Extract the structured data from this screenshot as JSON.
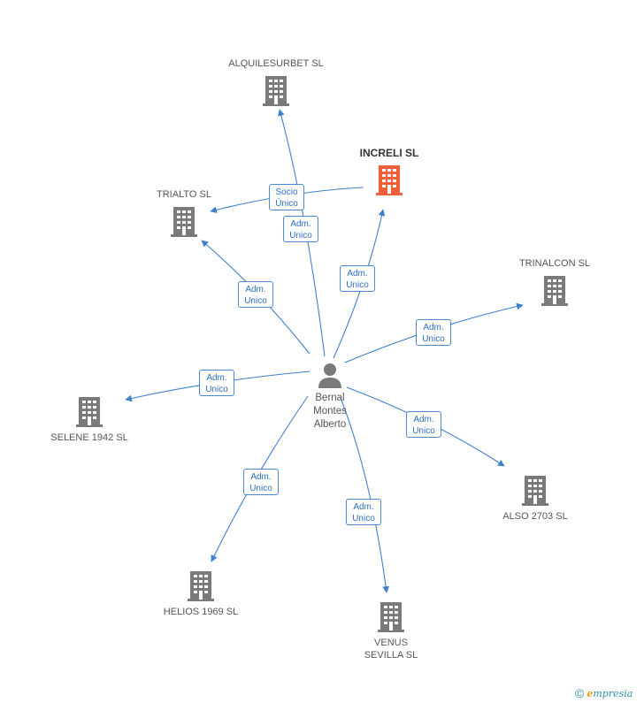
{
  "person": {
    "name": "Bernal Montes Alberto",
    "icon": "person-icon"
  },
  "companies": [
    {
      "id": "alquilesurbet",
      "name": "ALQUILESURBET SL",
      "main": false
    },
    {
      "id": "increli",
      "name": "INCRELI SL",
      "main": true
    },
    {
      "id": "trialto",
      "name": "TRIALTO SL",
      "main": false
    },
    {
      "id": "trinalcon",
      "name": "TRINALCON SL",
      "main": false
    },
    {
      "id": "selene",
      "name": "SELENE 1942 SL",
      "main": false
    },
    {
      "id": "also",
      "name": "ALSO 2703 SL",
      "main": false
    },
    {
      "id": "helios",
      "name": "HELIOS 1969 SL",
      "main": false
    },
    {
      "id": "venus",
      "name": "VENUS SEVILLA SL",
      "main": false
    }
  ],
  "relations": [
    {
      "from": "person",
      "to": "alquilesurbet",
      "role_line1": "Adm.",
      "role_line2": "Unico"
    },
    {
      "from": "increli",
      "to": "trialto",
      "role_line1": "Socio",
      "role_line2": "Único"
    },
    {
      "from": "person",
      "to": "increli",
      "role_line1": "Adm.",
      "role_line2": "Unico"
    },
    {
      "from": "person",
      "to": "trialto",
      "role_line1": "Adm.",
      "role_line2": "Unico"
    },
    {
      "from": "person",
      "to": "trinalcon",
      "role_line1": "Adm.",
      "role_line2": "Unico"
    },
    {
      "from": "person",
      "to": "selene",
      "role_line1": "Adm.",
      "role_line2": "Unico"
    },
    {
      "from": "person",
      "to": "also",
      "role_line1": "Adm.",
      "role_line2": "Unico"
    },
    {
      "from": "person",
      "to": "helios",
      "role_line1": "Adm.",
      "role_line2": "Unico"
    },
    {
      "from": "person",
      "to": "venus",
      "role_line1": "Adm.",
      "role_line2": "Unico"
    }
  ],
  "colors": {
    "edge": "#3f7fd0",
    "building": "#7a7a7a",
    "building_main": "#f0603a",
    "person": "#7a7a7a"
  },
  "credit": {
    "symbol": "©",
    "brand_initial": "e",
    "brand_rest": "mpresia"
  }
}
